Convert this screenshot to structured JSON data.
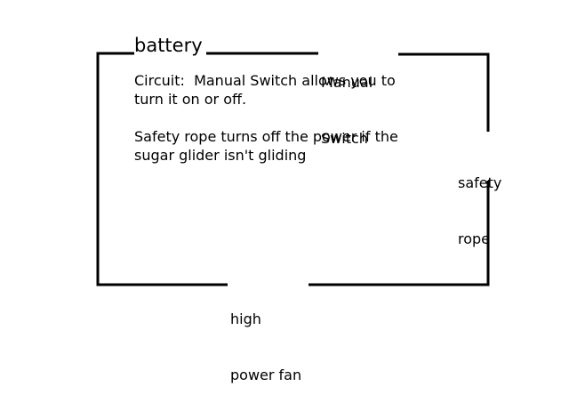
{
  "diagram": {
    "type": "circuit-loop",
    "stroke_color": "#000000",
    "background_color": "#ffffff"
  },
  "components": {
    "battery": "battery",
    "manual_switch": [
      "Manual",
      "Switch"
    ],
    "safety_rope": [
      "safety",
      "rope"
    ],
    "fan": [
      "high",
      "power fan"
    ]
  },
  "description": {
    "line1": "Circuit:  Manual Switch allows you to",
    "line2": "turn it on or off.",
    "line3": "Safety rope turns off the power if the",
    "line4": "sugar glider isn't gliding"
  }
}
